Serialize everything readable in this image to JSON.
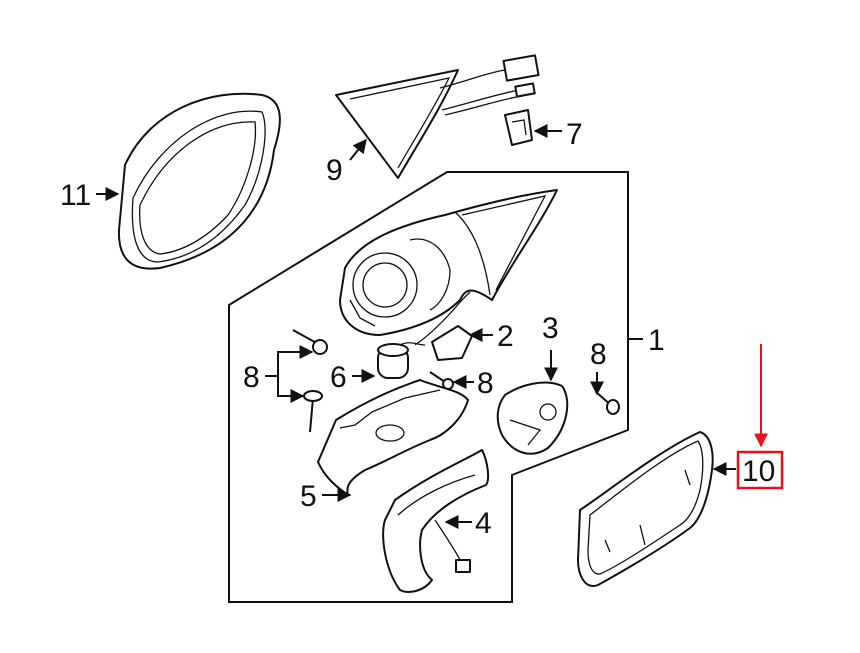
{
  "diagram": {
    "callouts": [
      {
        "id": "1",
        "label": "1"
      },
      {
        "id": "2",
        "label": "2"
      },
      {
        "id": "3",
        "label": "3"
      },
      {
        "id": "4",
        "label": "4"
      },
      {
        "id": "5",
        "label": "5"
      },
      {
        "id": "6",
        "label": "6"
      },
      {
        "id": "7",
        "label": "7"
      },
      {
        "id": "8a",
        "label": "8"
      },
      {
        "id": "8b",
        "label": "8"
      },
      {
        "id": "8c",
        "label": "8"
      },
      {
        "id": "9",
        "label": "9"
      },
      {
        "id": "10",
        "label": "10"
      },
      {
        "id": "11",
        "label": "11"
      }
    ],
    "highlight": {
      "label": "10",
      "color": "#e8101a"
    }
  }
}
